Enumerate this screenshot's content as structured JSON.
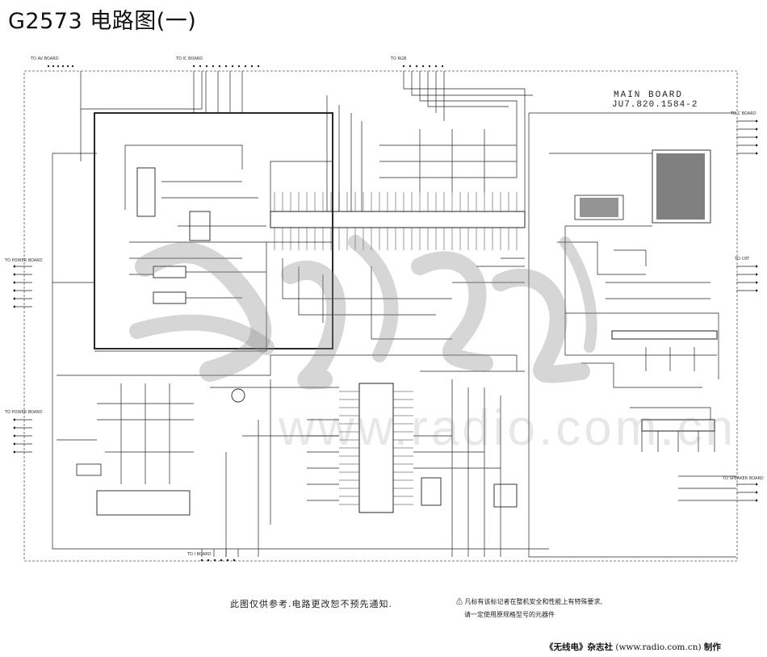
{
  "title": "G2573 电路图(一)",
  "board": {
    "name": "MAIN  BOARD",
    "number": "JU7.820.1584-2"
  },
  "connectors": {
    "top_left": "TO AV BOARD",
    "top_mid": "TO IC BOARD",
    "top_right": "TO RGB",
    "right_top": "TO C BOARD",
    "right_mid": "TO CRT",
    "right_bottom": "TO SPEAKER BOARD",
    "left_top": "TO POWER BOARD",
    "left_mid": "TO POWER BOARD",
    "bottom": "TO I BOARD"
  },
  "watermark": "www.radio.com.cn",
  "footer": {
    "note_left": "此图仅供参考.电路更改恕不预先通知.",
    "note_right_line1": "⚠ 凡标有该标记者在整机安全和性能上有特殊要求,",
    "note_right_line2": "请一定使用原规格型号的元器件",
    "credit_magazine": "《无线电》杂志社",
    "credit_url": "(www.radio.com.cn)",
    "credit_suffix": "制作"
  }
}
